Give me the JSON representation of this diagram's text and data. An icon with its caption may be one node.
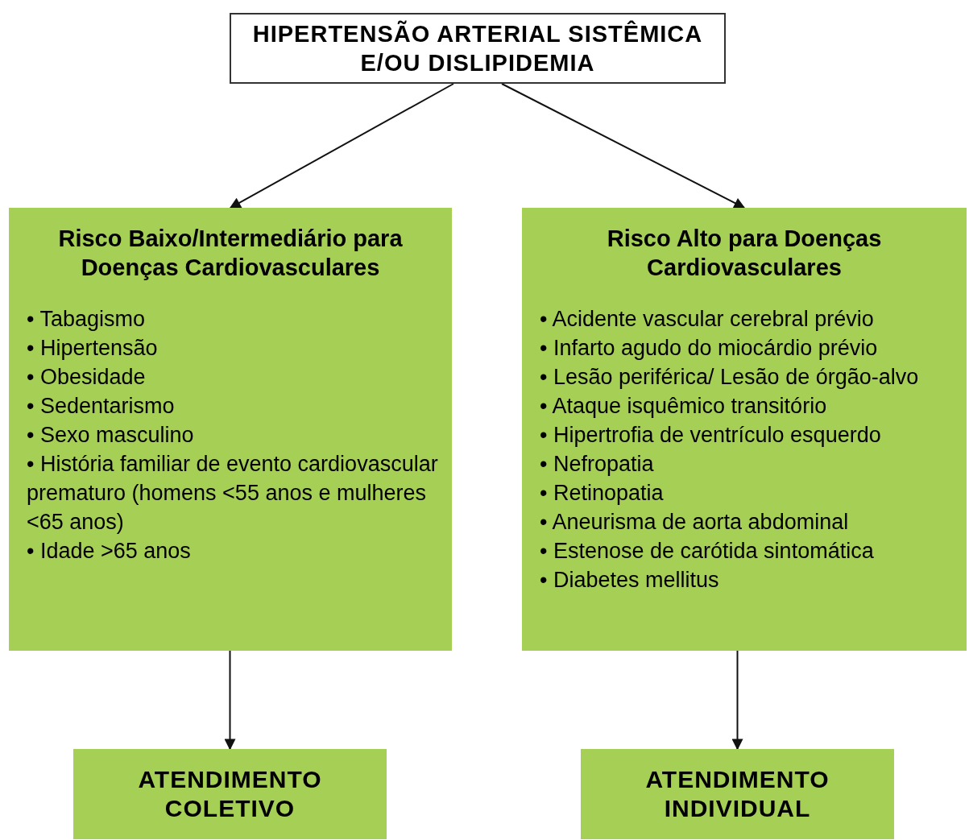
{
  "diagram": {
    "nodes": [
      {
        "text": [
          "HIPERTENSÃO ARTERIAL SISTÊMICA E/OU DISLIPIDEMIA"
        ]
      },
      {
        "text": [
          "Risco Baixo/Intermediário para Doenças Cardiovasculares",
          "• Tabagismo",
          "• Hipertensão",
          "• Obesidade",
          "• Sedentarismo",
          "• Sexo masculino",
          "• História familiar de evento cardiovascular prematuro (homens <55 anos e mulheres <65 anos)",
          "• Idade >65 anos"
        ]
      },
      {
        "text": [
          "Risco Alto para Doenças Cardiovasculares",
          "• Acidente vascular cerebral prévio",
          "• Infarto agudo do miocárdio prévio",
          "• Lesão periférica/ Lesão de órgão-alvo",
          "• Ataque isquêmico transitório",
          "• Hipertrofia de ventrículo esquerdo",
          "• Nefropatia",
          "• Retinopatia",
          "• Aneurisma de aorta abdominal",
          "• Estenose de carótida sintomática",
          "• Diabetes mellitus"
        ]
      },
      {
        "text": [
          "ATENDIMENTO COLETIVO"
        ]
      },
      {
        "text": [
          "ATENDIMENTO INDIVIDUAL"
        ]
      }
    ],
    "edges": [
      {
        "from": 0,
        "to": 1,
        "arrow": "to"
      },
      {
        "from": 0,
        "to": 2,
        "arrow": "to"
      },
      {
        "from": 1,
        "to": 3,
        "arrow": "to"
      },
      {
        "from": 2,
        "to": 4,
        "arrow": "to"
      }
    ]
  }
}
